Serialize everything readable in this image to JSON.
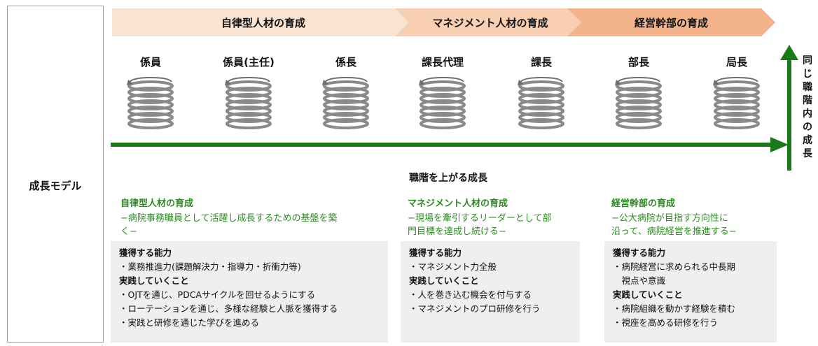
{
  "left_label": "成長モデル",
  "phases": [
    {
      "label": "自律型人材の育成",
      "color": "#fbe3d2"
    },
    {
      "label": "マネジメント人材の育成",
      "color": "#f8cfb1"
    },
    {
      "label": "経営幹部の育成",
      "color": "#f3b48c"
    }
  ],
  "ranks": [
    "係員",
    "係員(主任)",
    "係長",
    "課長代理",
    "課長",
    "部長",
    "局長"
  ],
  "horizontal_axis_label": "職階を上がる成長",
  "vertical_axis_label": [
    "同",
    "じ",
    "職",
    "階",
    "内",
    "の",
    "成",
    "長"
  ],
  "sections": [
    {
      "title": "自律型人材の育成",
      "subtitle_lines": [
        "−病院事務職員として活躍し成長するための基盤を築",
        "く−"
      ],
      "ability_heading": "獲得する能力",
      "abilities": [
        "・業務推進力(課題解決力・指導力・折衝力等)"
      ],
      "practice_heading": "実践していくこと",
      "practices": [
        "・OJTを通じ、PDCAサイクルを回せるようにする",
        "・ローテーションを通じ、多様な経験と人脈を獲得する",
        "・実践と研修を通じた学びを進める"
      ]
    },
    {
      "title": "マネジメント人材の育成",
      "subtitle_lines": [
        "−現場を牽引するリーダーとして部",
        "門目標を達成し続ける−"
      ],
      "ability_heading": "獲得する能力",
      "abilities": [
        "・マネジメント力全般"
      ],
      "practice_heading": "実践していくこと",
      "practices": [
        "・人を巻き込む機会を付与する",
        "・マネジメントのプロ研修を行う"
      ]
    },
    {
      "title": "経営幹部の育成",
      "subtitle_lines": [
        "−公大病院が目指す方向性に",
        "沿って、病院経営を推進する−"
      ],
      "ability_heading": "獲得する能力",
      "abilities": [
        "・病院経営に求められる中長期",
        "　視点や意識"
      ],
      "practice_heading": "実践していくこと",
      "practices": [
        "・病院組織を動かす経験を積む",
        "・視座を高める研修を行う"
      ]
    }
  ],
  "colors": {
    "arrow_green": "#1a7a1a",
    "text_green": "#2d8a22",
    "box_gray": "#efefef"
  }
}
